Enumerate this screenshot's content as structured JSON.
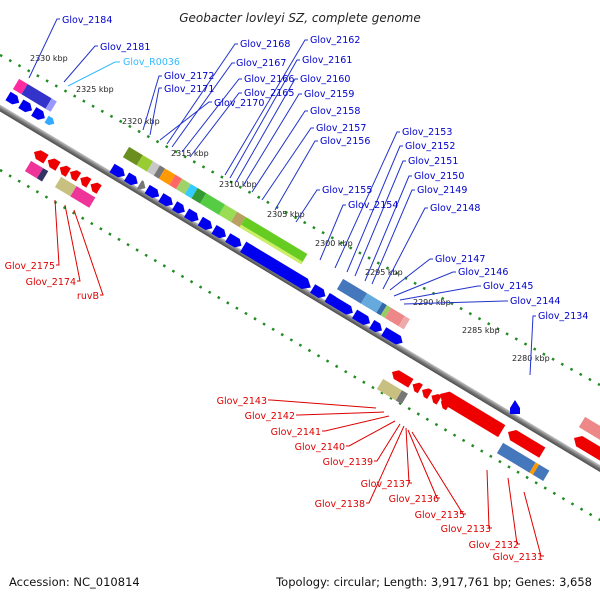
{
  "title": "Geobacter lovleyi SZ, complete genome",
  "footer": {
    "accession": "Accession: NC_010814",
    "summary": "Topology: circular; Length: 3,917,761 bp; Genes: 3,658"
  },
  "colors": {
    "forward_label": "#0000cc",
    "rna_label": "#33bbff",
    "reverse_label": "#dd0000",
    "forward_arrow": "#0000ee",
    "reverse_arrow": "#ee0000",
    "tick_marker": "#228b22",
    "backbone": "#888888"
  },
  "ticks": [
    {
      "label": "2330 kbp",
      "major": true
    },
    {
      "label": "2325 kbp",
      "major": true
    },
    {
      "label": "2320 kbp",
      "major": true
    },
    {
      "label": "2315 kbp",
      "major": true
    },
    {
      "label": "2310 kbp",
      "major": true
    },
    {
      "label": "2305 kbp",
      "major": true
    },
    {
      "label": "2300 kbp",
      "major": true
    },
    {
      "label": "2295 kbp",
      "major": true
    },
    {
      "label": "2290 kbp",
      "major": true
    },
    {
      "label": "2285 kbp",
      "major": true
    },
    {
      "label": "2280 kbp",
      "major": true
    }
  ],
  "forward_labels": [
    "Glov_2184",
    "Glov_2181",
    "Glov_R0036",
    "Glov_2172",
    "Glov_2171",
    "Glov_2170",
    "Glov_2168",
    "Glov_2167",
    "Glov_2166",
    "Glov_2165",
    "Glov_2162",
    "Glov_2161",
    "Glov_2160",
    "Glov_2159",
    "Glov_2158",
    "Glov_2157",
    "Glov_2156",
    "Glov_2155",
    "Glov_2154",
    "Glov_2153",
    "Glov_2152",
    "Glov_2151",
    "Glov_2150",
    "Glov_2149",
    "Glov_2148",
    "Glov_2147",
    "Glov_2146",
    "Glov_2145",
    "Glov_2144",
    "Glov_2134"
  ],
  "reverse_labels": [
    "Glov_2175",
    "Glov_2174",
    "ruvB",
    "Glov_2143",
    "Glov_2142",
    "Glov_2141",
    "Glov_2140",
    "Glov_2139",
    "Glov_2138",
    "Glov_2137",
    "Glov_2136",
    "Glov_2135",
    "Glov_2133",
    "Glov_2132",
    "Glov_2131"
  ]
}
